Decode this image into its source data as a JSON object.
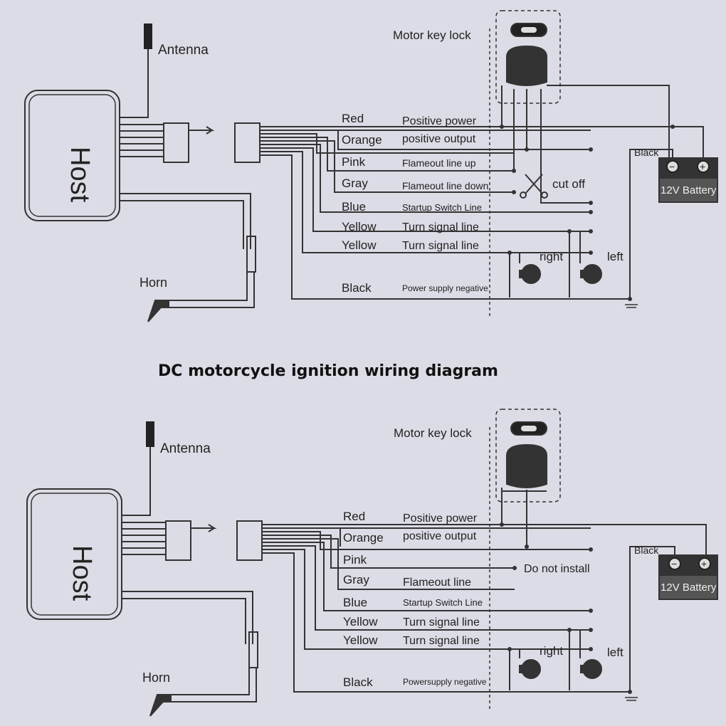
{
  "title": "DC motorcycle ignition wiring diagram",
  "top": {
    "host": "Host",
    "antenna": "Antenna",
    "horn": "Horn",
    "key_lock": "Motor key lock",
    "battery": "12V Battery",
    "battery_minus": "−",
    "battery_plus": "+",
    "battery_wire": "Black",
    "cut_off": "cut off",
    "right": "right",
    "left": "left",
    "wires": [
      {
        "color": "Red",
        "func": "Positive power"
      },
      {
        "color": "Orange",
        "func": "positive output"
      },
      {
        "color": "Pink",
        "func": "Flameout line  up"
      },
      {
        "color": "Gray",
        "func": "Flameout line down"
      },
      {
        "color": "Blue",
        "func": "Startup Switch Line"
      },
      {
        "color": "Yellow",
        "func": "Turn signal line"
      },
      {
        "color": "Yellow",
        "func": "Turn signal line"
      },
      {
        "color": "Black",
        "func": "Power supply negative"
      }
    ]
  },
  "bottom": {
    "host": "Host",
    "antenna": "Antenna",
    "horn": "Horn",
    "key_lock": "Motor key lock",
    "battery": "12V Battery",
    "battery_minus": "−",
    "battery_plus": "+",
    "battery_wire": "Black",
    "do_not_install": "Do not install",
    "right": "right",
    "left": "left",
    "wires": [
      {
        "color": "Red",
        "func": "Positive power"
      },
      {
        "color": "Orange",
        "func": "positive output"
      },
      {
        "color": "Pink",
        "func": ""
      },
      {
        "color": "Gray",
        "func": "Flameout  line"
      },
      {
        "color": "Blue",
        "func": "Startup Switch Line"
      },
      {
        "color": "Yellow",
        "func": "Turn signal line"
      },
      {
        "color": "Yellow",
        "func": "Turn signal line"
      },
      {
        "color": "Black",
        "func": "Powersupply negative"
      }
    ]
  }
}
